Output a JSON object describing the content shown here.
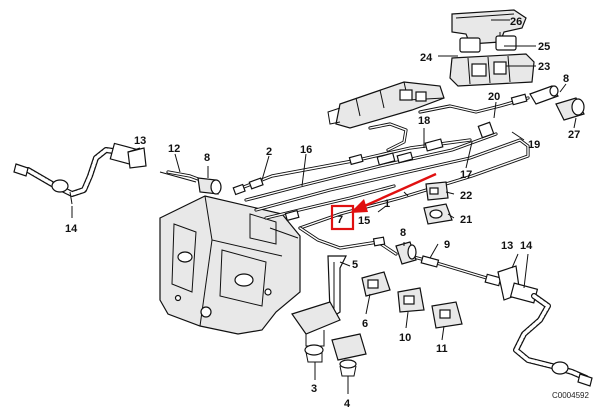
{
  "diagram": {
    "doc_id": "C0004592",
    "highlight_color": "#e01010",
    "highlighted_part": "7",
    "callouts": [
      "26",
      "25",
      "24",
      "23",
      "8",
      "20",
      "27",
      "13",
      "12",
      "8",
      "2",
      "16",
      "18",
      "19",
      "14",
      "17",
      "22",
      "7",
      "15",
      "1",
      "21",
      "8",
      "9",
      "13",
      "14",
      "5",
      "6",
      "10",
      "11",
      "3",
      "4"
    ]
  }
}
